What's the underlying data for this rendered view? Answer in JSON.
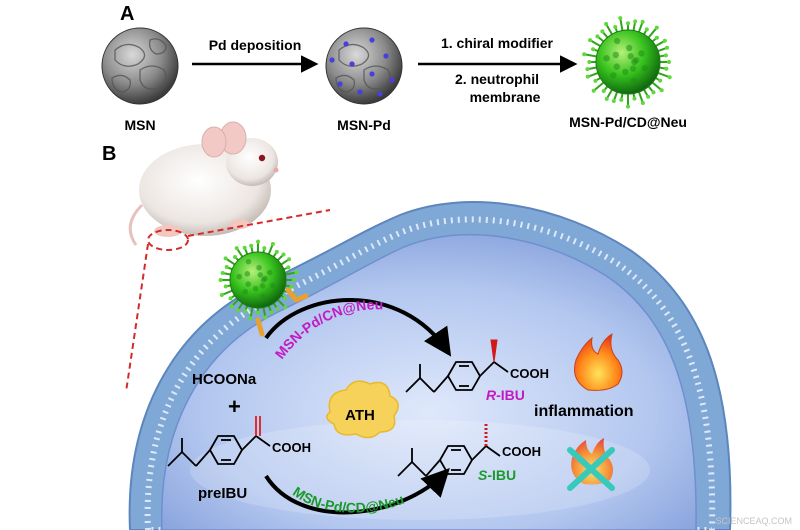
{
  "panel_a": {
    "label": "A",
    "step1": "Pd deposition",
    "step2_line1": "1. chiral modifier",
    "step2_line2": "2. neutrophil",
    "step2_line3": "membrane",
    "msn": "MSN",
    "msn_pd": "MSN-Pd",
    "final": "MSN-Pd/CD@Neu"
  },
  "panel_b": {
    "label": "B",
    "hcoona": "HCOONa",
    "plus": "+",
    "preibu": "preIBU",
    "ath": "ATH",
    "route_top": "MSN-Pd/CN@Neu",
    "route_bottom": "MSN-Pd/CD@Neu",
    "cooh": "COOH",
    "r_prefix": "R",
    "s_prefix": "S",
    "ibu_suffix": "-IBU",
    "inflammation": "inflammation"
  },
  "watermark": "SCIENCEAQ.COM",
  "colors": {
    "route_top": "#c21bc4",
    "route_bottom": "#1a9a2a",
    "nanoparticle": "#37c21d",
    "membrane": "#6f9fd0",
    "cell": "#a9c1ec",
    "ath_bubble": "#f7d25a",
    "double_bond": "#e21b1b"
  }
}
